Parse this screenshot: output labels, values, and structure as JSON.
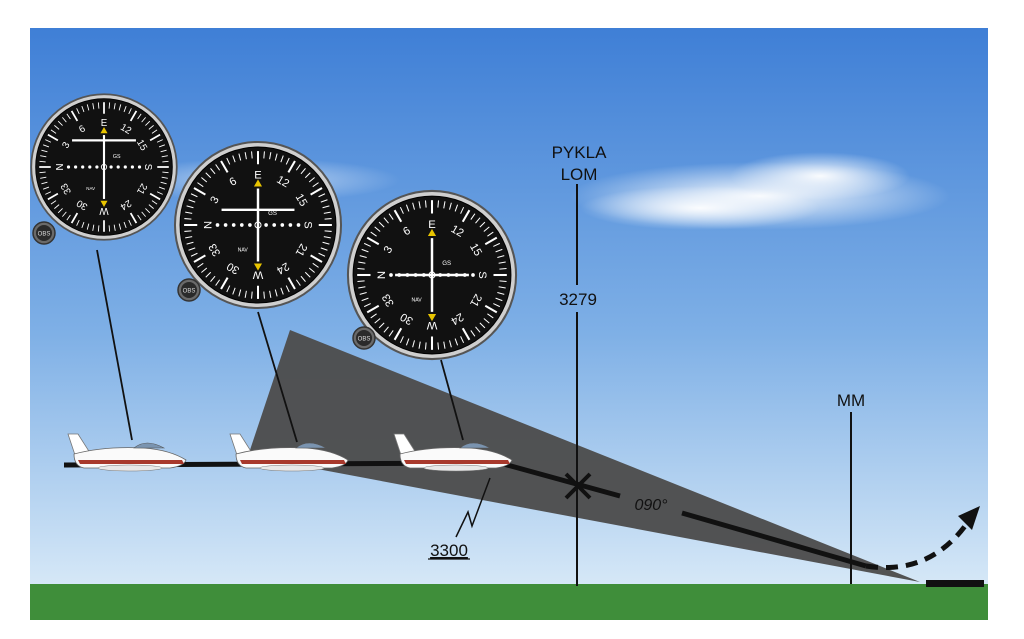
{
  "labels": {
    "fix_name": "PYKLA",
    "fix_type": "LOM",
    "fix_altitude": "3279",
    "middle_marker": "MM",
    "course": "090°",
    "aircraft_altitude": "3300"
  },
  "instruments": [
    {
      "card": {
        "top": "E",
        "right": "S",
        "bottom": "W",
        "left": "N",
        "n3": "3",
        "n6": "6",
        "n12": "12",
        "n15": "15",
        "n21": "21",
        "n24": "24",
        "n30": "30",
        "n33": "33"
      },
      "flag_gs": "GS",
      "flag_nav": "NAV",
      "knob": "OBS",
      "localizer_deviation": 0,
      "glideslope_deviation": -1
    },
    {
      "card": {
        "top": "E",
        "right": "S",
        "bottom": "W",
        "left": "N",
        "n3": "3",
        "n6": "6",
        "n12": "12",
        "n15": "15",
        "n21": "21",
        "n24": "24",
        "n30": "30",
        "n33": "33"
      },
      "flag_gs": "GS",
      "flag_nav": "NAV",
      "knob": "OBS",
      "localizer_deviation": 0,
      "glideslope_deviation": -0.5
    },
    {
      "card": {
        "top": "E",
        "right": "S",
        "bottom": "W",
        "left": "N",
        "n3": "3",
        "n6": "6",
        "n12": "12",
        "n15": "15",
        "n21": "21",
        "n24": "24",
        "n30": "30",
        "n33": "33"
      },
      "flag_gs": "GS",
      "flag_nav": "NAV",
      "knob": "OBS",
      "localizer_deviation": 0,
      "glideslope_deviation": 0
    }
  ],
  "colors": {
    "sky_top": "#3f7fd6",
    "sky_bottom": "#d2e6f6",
    "ground": "#3f8e3a",
    "glideslope_wedge": "#4d4d4d",
    "instrument_face": "#111111",
    "aircraft_stripe": "#a8392c"
  }
}
